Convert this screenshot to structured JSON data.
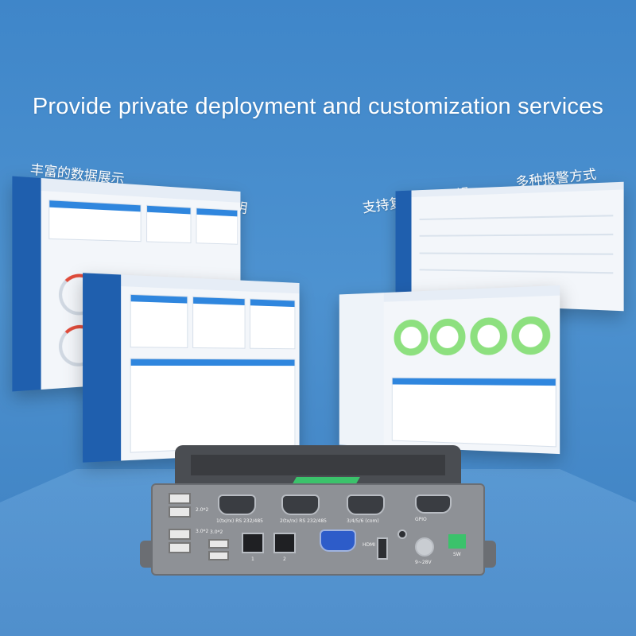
{
  "headline": "Provide private deployment and customization services",
  "captions": {
    "rich_display": "丰富的数据展示",
    "protocols": "多种协议及说明",
    "control_logic": "支持复杂控制逻辑",
    "alarm_methods": "多种报警方式"
  },
  "device_labels": {
    "usb2": "2.0*2",
    "usb3_left": "3.0*2",
    "usb3_mid": "3.0*2",
    "com1": "1(tx/rx) RS 232/485",
    "com2": "2(tx/rx) RS 232/485",
    "com34": "3/4/5/6 (com)",
    "gpio": "GPIO",
    "lan1": "1",
    "lan2": "2",
    "hdmi": "HDMI",
    "dc": "9~28V",
    "sw": "SW"
  },
  "colors": {
    "background": "#4088c9",
    "panel_blue": "#1f5fae",
    "ring_green": "#8de07f",
    "accent_green": "#3bc26b"
  }
}
